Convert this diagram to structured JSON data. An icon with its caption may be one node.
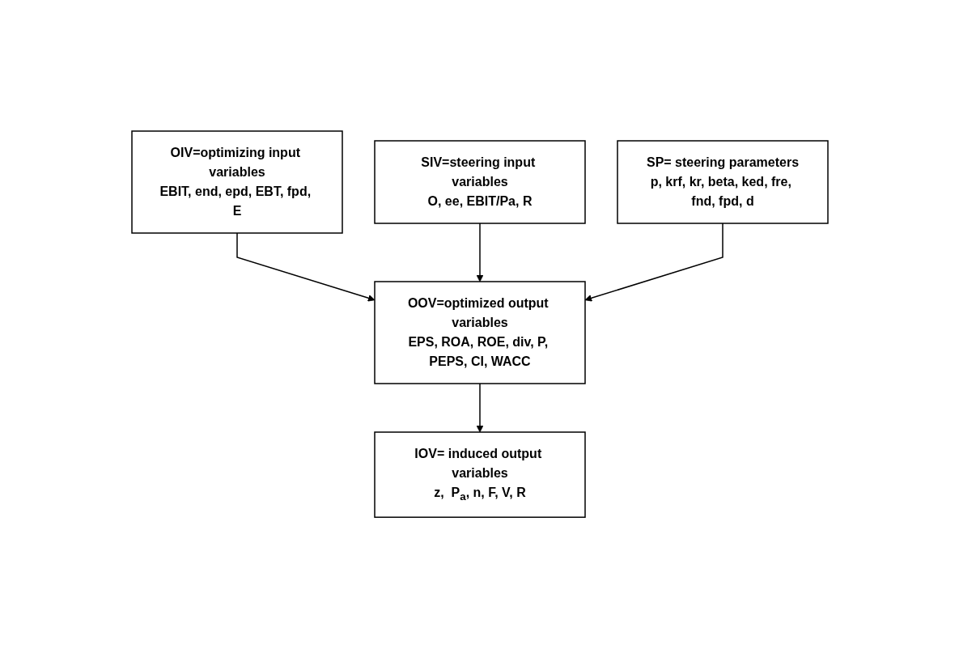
{
  "diagram": {
    "nodes": [
      {
        "text": [
          "OIV=optimizing input variables",
          "EBIT, end, epd, EBT, fpd, E"
        ]
      },
      {
        "text": [
          "SIV=steering input variables",
          "O, ee, EBIT/Pa, R"
        ]
      },
      {
        "text": [
          "SP= steering parameters",
          "p, krf, kr, beta, ked, fre, fnd, fpd, d"
        ]
      },
      {
        "text": [
          "OOV=optimized output variables",
          "EPS, ROA, ROE, div, P, PEPS, CI, WACC"
        ]
      },
      {
        "text": [
          "IOV= induced output variables",
          "z,  P$_{a}$, n, F, V, R"
        ]
      }
    ],
    "edges": [
      {
        "from": 0,
        "to": 3,
        "arrow": "to"
      },
      {
        "from": 1,
        "to": 3,
        "arrow": "to"
      },
      {
        "from": 2,
        "to": 3,
        "arrow": "to"
      },
      {
        "from": 3,
        "to": 4,
        "arrow": "to"
      }
    ]
  }
}
